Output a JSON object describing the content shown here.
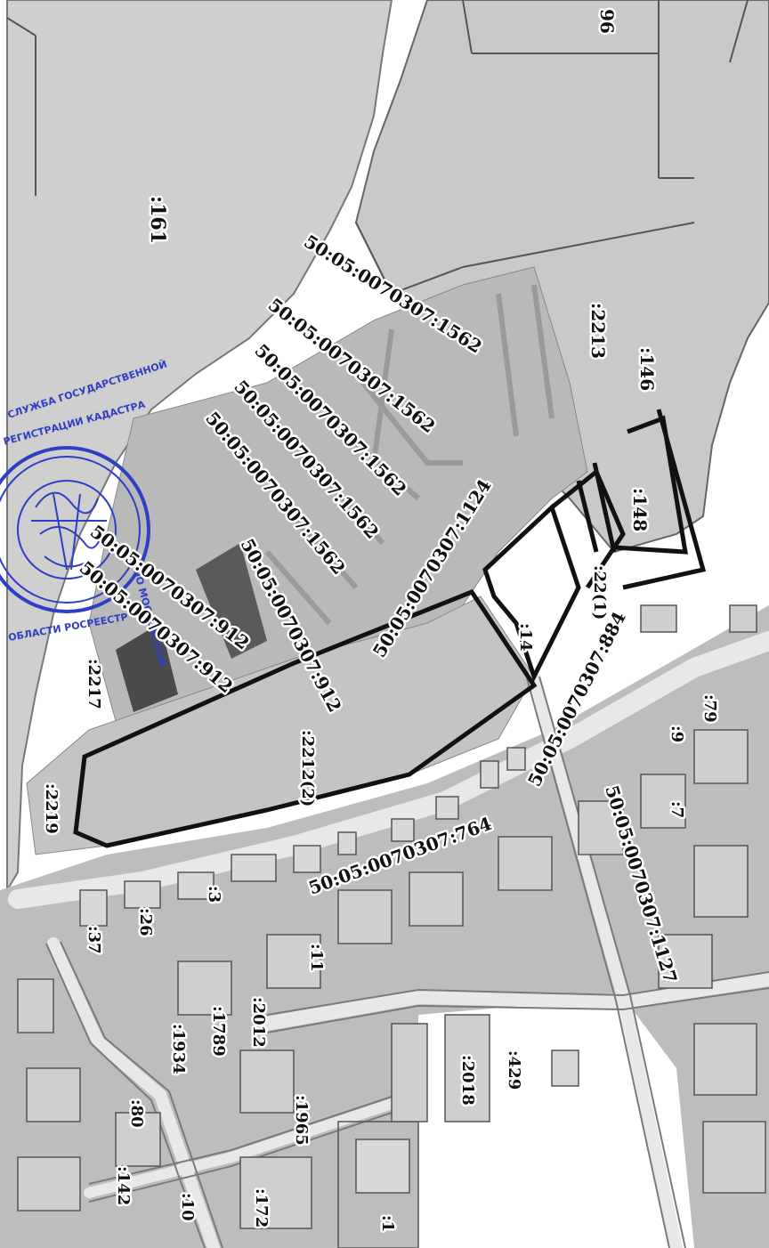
{
  "map": {
    "colors": {
      "parcel_light": "#cdcdcd",
      "parcel_mid": "#a9a9a9",
      "parcel_dark": "#6f6f6f",
      "boundary": "#111111",
      "stamp": "#2f3fc4"
    },
    "labels": {
      "l161": ":161",
      "l96": "96",
      "l2213": ":2213",
      "l146": ":146",
      "l148": ":148",
      "l22": ":22(1)",
      "l14": ":14",
      "l2217": ":2217",
      "l2219": ":2219",
      "l2212": ":2212(2)",
      "l1124": "50:05:0070307:1124",
      "l884": "50:05:0070307:884",
      "l764": "50:05:0070307:764",
      "l1127": "50:05:0070307:1127",
      "l912a": "50:05:0070307:912",
      "l912b": "50:05:0070307:912",
      "l912c": "50:05:0070307:912",
      "l1562a": "50:05:0070307:1562",
      "l1562b": "50:05:0070307:1562",
      "l1562c": "50:05:0070307:1562",
      "l1562d": "50:05:0070307:1562",
      "l1562e": "50:05:0070307:1562",
      "l79": ":79",
      "l9": ":9",
      "l7": ":7",
      "l3": ":3",
      "l26": ":26",
      "l37": ":37",
      "l11": ":11",
      "l1789": ":1789",
      "l2012": ":2012",
      "l1934": ":1934",
      "l80": ":80",
      "l1965": ":1965",
      "l2018": ":2018",
      "l429": ":429",
      "l142": ":142",
      "l172": ":172",
      "l10": ":10",
      "l1": ":1"
    }
  }
}
